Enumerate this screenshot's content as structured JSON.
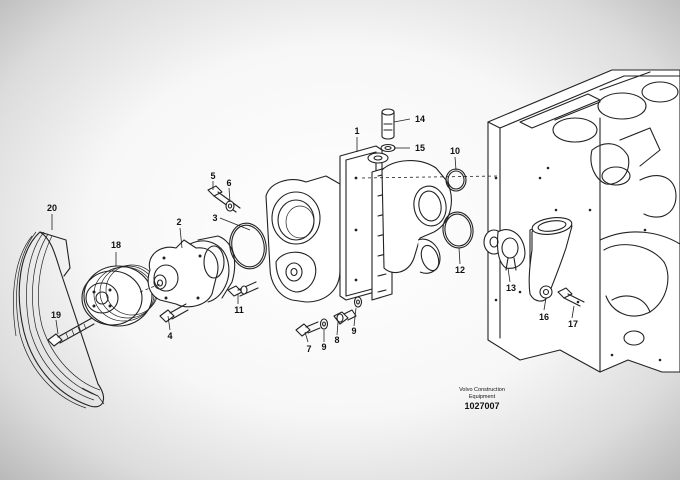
{
  "diagram": {
    "callouts": [
      {
        "id": "p1",
        "label": "1"
      },
      {
        "id": "p2",
        "label": "2"
      },
      {
        "id": "p3",
        "label": "3"
      },
      {
        "id": "p4",
        "label": "4"
      },
      {
        "id": "p5",
        "label": "5"
      },
      {
        "id": "p6",
        "label": "6"
      },
      {
        "id": "p7",
        "label": "7"
      },
      {
        "id": "p8",
        "label": "8"
      },
      {
        "id": "p9a",
        "label": "9"
      },
      {
        "id": "p9b",
        "label": "9"
      },
      {
        "id": "p10",
        "label": "10"
      },
      {
        "id": "p11",
        "label": "11"
      },
      {
        "id": "p12",
        "label": "12"
      },
      {
        "id": "p13",
        "label": "13"
      },
      {
        "id": "p14",
        "label": "14"
      },
      {
        "id": "p15",
        "label": "15"
      },
      {
        "id": "p16",
        "label": "16"
      },
      {
        "id": "p17",
        "label": "17"
      },
      {
        "id": "p18",
        "label": "18"
      },
      {
        "id": "p19",
        "label": "19"
      },
      {
        "id": "p20",
        "label": "20"
      }
    ],
    "caption": {
      "line1": "Volvo Construction",
      "line2": "Equipment",
      "number": "1027007"
    }
  }
}
